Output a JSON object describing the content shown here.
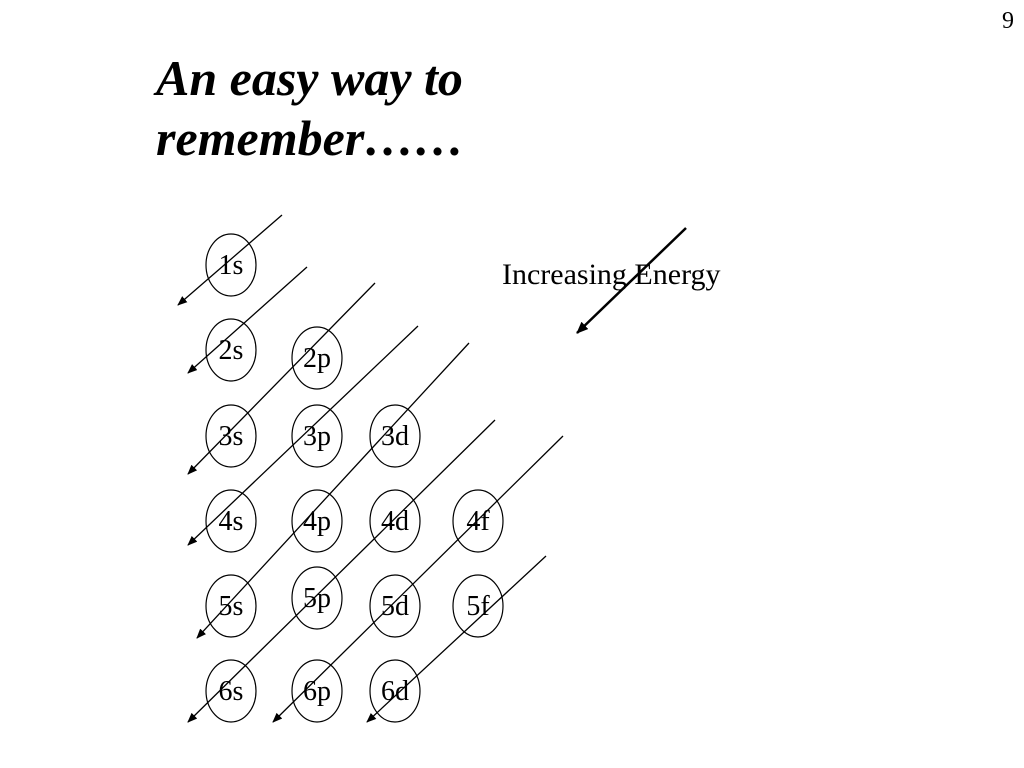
{
  "slide": {
    "page_number": "9",
    "title": "An easy way to remember……",
    "energy_label": "Increasing Energy"
  },
  "orbitals": [
    {
      "label": "1s",
      "row": 1,
      "col": 0
    },
    {
      "label": "2s",
      "row": 2,
      "col": 0
    },
    {
      "label": "2p",
      "row": 2,
      "col": 1
    },
    {
      "label": "3s",
      "row": 3,
      "col": 0
    },
    {
      "label": "3p",
      "row": 3,
      "col": 1
    },
    {
      "label": "3d",
      "row": 3,
      "col": 2
    },
    {
      "label": "4s",
      "row": 4,
      "col": 0
    },
    {
      "label": "4p",
      "row": 4,
      "col": 1
    },
    {
      "label": "4d",
      "row": 4,
      "col": 2
    },
    {
      "label": "4f",
      "row": 4,
      "col": 3
    },
    {
      "label": "5s",
      "row": 5,
      "col": 0
    },
    {
      "label": "5p",
      "row": 5,
      "col": 1
    },
    {
      "label": "5d",
      "row": 5,
      "col": 2
    },
    {
      "label": "5f",
      "row": 5,
      "col": 3
    },
    {
      "label": "6s",
      "row": 6,
      "col": 0
    },
    {
      "label": "6p",
      "row": 6,
      "col": 1
    },
    {
      "label": "6d",
      "row": 6,
      "col": 2
    }
  ],
  "colors": {
    "stroke": "#000000",
    "background": "#ffffff"
  }
}
